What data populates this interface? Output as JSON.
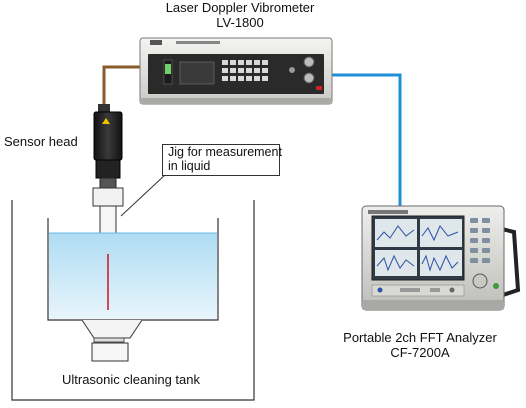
{
  "labels": {
    "vibrometer_line1": "Laser Doppler Vibrometer",
    "vibrometer_line2": "LV-1800",
    "sensor_head": "Sensor head",
    "jig_line1": "Jig for measurement",
    "jig_line2": "in liquid",
    "fft_line1": "Portable 2ch FFT Analyzer",
    "fft_line2": "CF-7200A",
    "tank": "Ultrasonic cleaning tank"
  },
  "colors": {
    "sensor_cable": "#8a5a2b",
    "signal_cable": "#1c8fd6",
    "liquid": "#bfe4f7",
    "laser_beam": "#d0101e",
    "tank_outline": "#333333"
  }
}
